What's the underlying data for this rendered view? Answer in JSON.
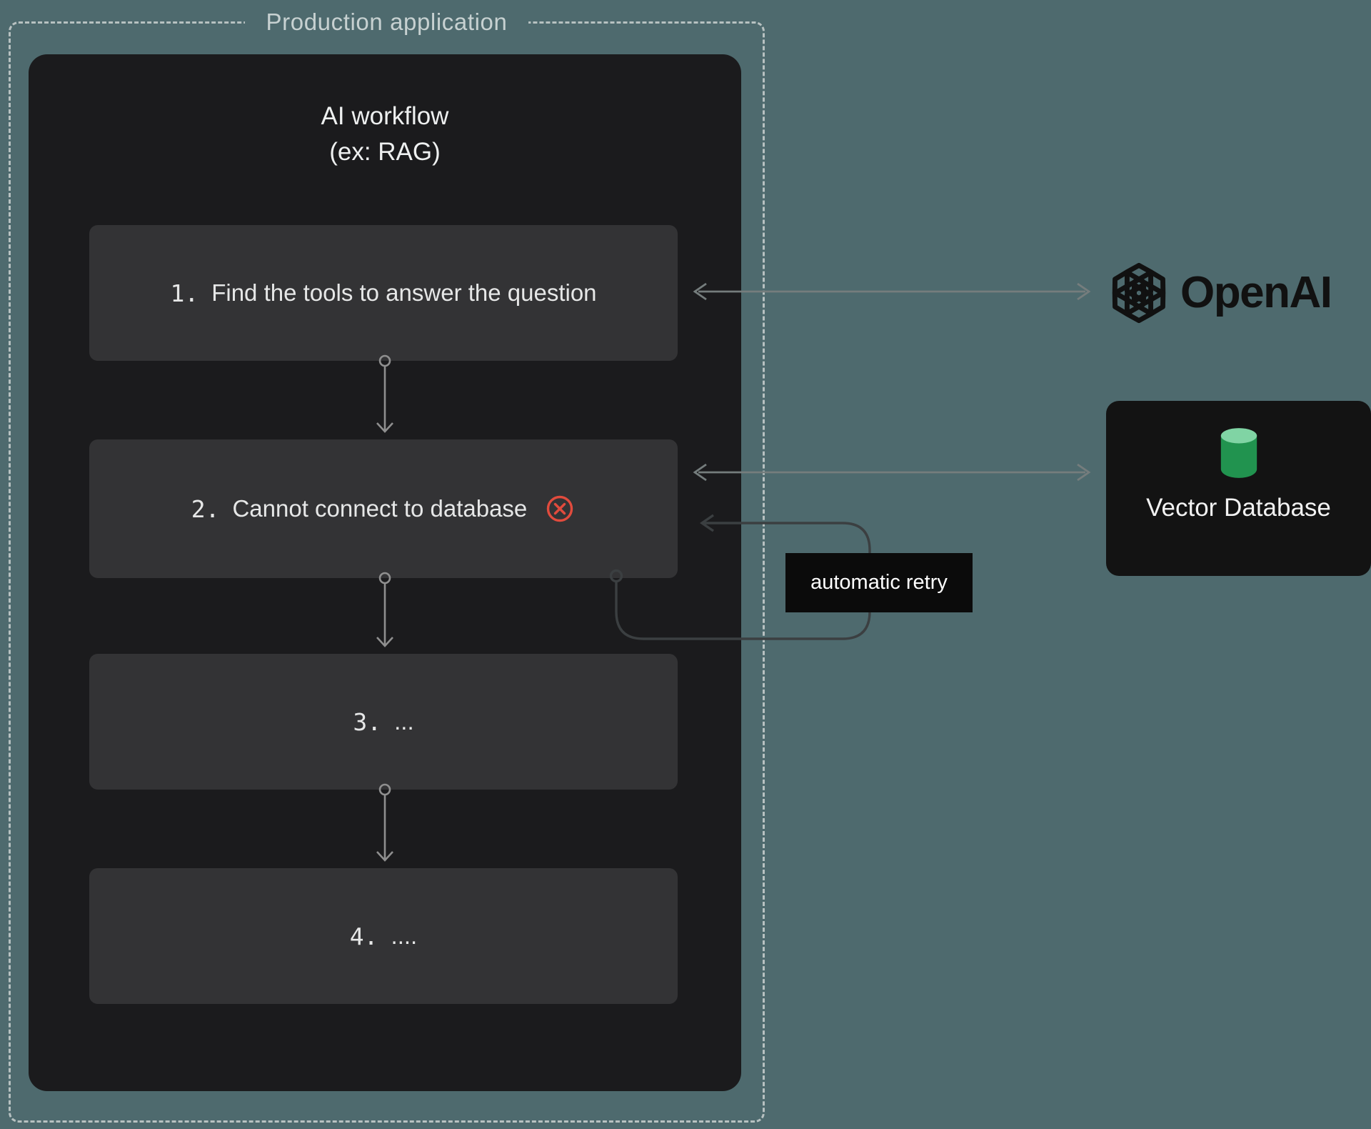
{
  "colors": {
    "page_bg": "#4e6a6e",
    "dash": "#b7c1c1",
    "frame_label": "#c7d1d1",
    "container_bg": "#1b1b1d",
    "box_bg": "#333335",
    "box_text": "#e6e7e7",
    "inner_arrow": "#8f8f8f",
    "outer_arrow": "#757d7d",
    "retry_arrow": "#3b3f41",
    "error_red": "#e14b3d",
    "black_panel": "#131313",
    "retry_bg": "#0b0b0b",
    "db_green_top": "#80d4a4",
    "db_green_body": "#21934f",
    "openai_black": "#111111"
  },
  "frame": {
    "label": "Production application"
  },
  "workflow": {
    "title_line1": "AI workflow",
    "title_line2": "(ex: RAG)",
    "steps": [
      {
        "number": "1.",
        "label": "Find the tools to answer the question"
      },
      {
        "number": "2.",
        "label": "Cannot connect to database"
      },
      {
        "number": "3.",
        "label": "..."
      },
      {
        "number": "4.",
        "label": "...."
      }
    ]
  },
  "integrations": {
    "openai": {
      "label": "OpenAI"
    },
    "vector_db": {
      "label": "Vector Database"
    }
  },
  "retry": {
    "label": "automatic retry"
  }
}
